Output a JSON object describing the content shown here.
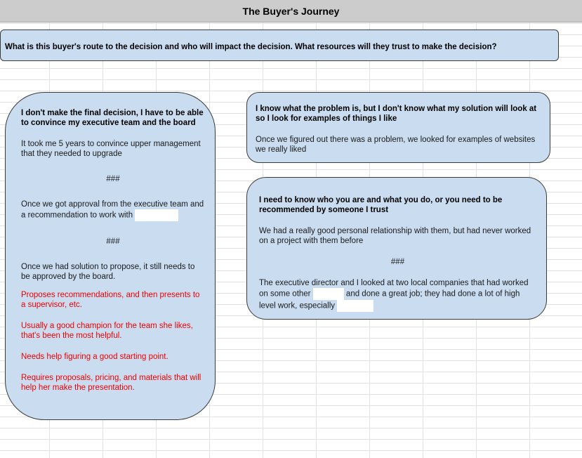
{
  "page": {
    "title": "The Buyer's Journey"
  },
  "question": "What is this buyer's route to the decision and who will impact the decision. What resources will they trust to make the decision?",
  "left_card": {
    "heading": "I don't make the final decision, I have to be able to convince my executive team and the board",
    "p1": "It took me 5 years to convince upper management that they needed to upgrade",
    "sep1": "###",
    "p2": "Once we got approval from the executive team and a recommendation to work with",
    "sep2": "###",
    "p3": "Once we had solution to propose, it still needs to be approved by the board.",
    "notes": [
      "Proposes recommendations, and then presents to a supervisor, etc.",
      "Usually a good champion for the team she likes, that's been the most helpful.",
      "Needs help figuring a good starting point.",
      "Requires proposals, pricing, and materials that will help her make the presentation."
    ]
  },
  "right_top_card": {
    "heading": "I know what the problem is, but I don't know what my solution will look at so I look for examples of things I like",
    "p1": "Once we figured out there was a problem, we looked for examples of websites we really liked"
  },
  "right_bottom_card": {
    "heading": "I need to know who you are and what you do, or you need to be recommended by someone I trust",
    "p1": "We had a really good personal relationship with them, but had never worked on a project with them before",
    "sep1": "###",
    "p2_a": "The executive director and I looked at two local companies that had worked on some other",
    "p2_b": "and done a great job; they had done a lot of high level work, especially"
  },
  "colors": {
    "card_fill": "#c9dcf0",
    "title_bar": "#cccccc",
    "note_red": "#ee0000"
  }
}
